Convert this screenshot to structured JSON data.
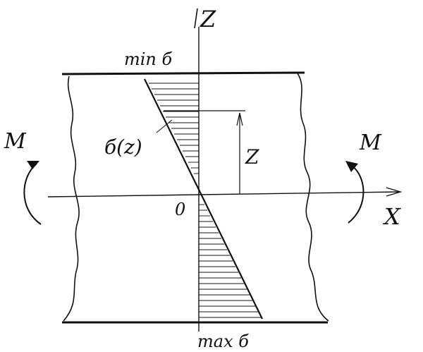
{
  "labels": {
    "z_axis": "Z",
    "x_axis": "X",
    "origin": "0",
    "min_stress": "min б",
    "max_stress": "max б",
    "stress_function": "б(z)",
    "z_distance": "Z",
    "moment_left": "M",
    "moment_right": "M"
  },
  "colors": {
    "ink": "#111111",
    "paper": "#ffffff"
  }
}
